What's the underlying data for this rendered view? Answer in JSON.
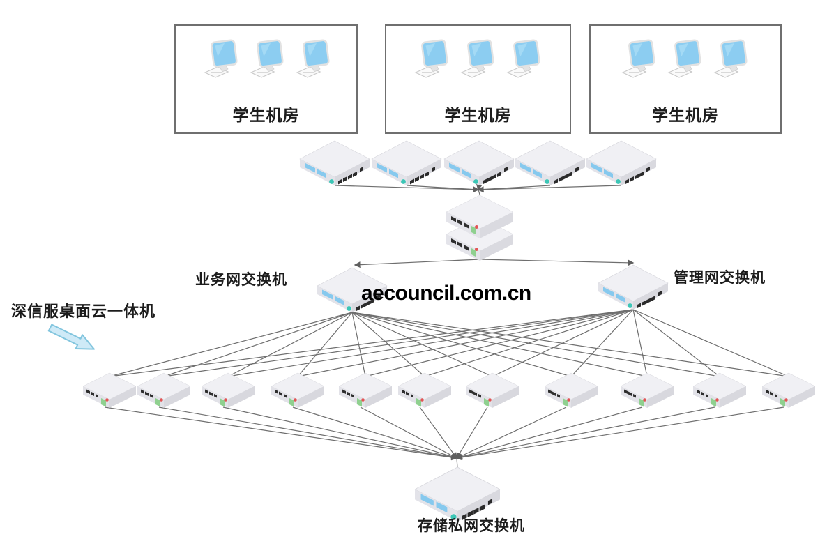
{
  "watermark": {
    "text": "aecouncil.com.cn",
    "color": "#000000"
  },
  "student_rooms": {
    "workstations_per_room": 3,
    "items": [
      {
        "label": "学生机房"
      },
      {
        "label": "学生机房"
      },
      {
        "label": "学生机房"
      }
    ]
  },
  "labels": {
    "business_switch": "业务网交换机",
    "management_switch": "管理网交换机",
    "storage_switch": "存储私网交换机",
    "callout": "深信服桌面云一体机"
  },
  "topology": {
    "access_switch_count": 5,
    "core_stack_units": 2,
    "appliance_count": 11,
    "storage_switch_count": 1,
    "business_and_management_switches_connect_to_all_appliances": true,
    "all_appliances_connect_to_storage_switch": true
  },
  "icons": {
    "workstation": "desktop-computer-icon",
    "access_switch": "network-switch-icon",
    "core_stack": "stacked-switch-icon",
    "appliance": "server-appliance-icon",
    "callout_arrow": "block-arrow-icon"
  },
  "colors": {
    "line": "#6e6e6e",
    "device_body": "#eeeef2",
    "device_face_left": "#e3e3e9",
    "device_face_right": "#d9d9df",
    "port_blue": "#86c9ee",
    "indicator_teal": "#3cc6b6",
    "indicator_red": "#e25555",
    "indicator_green": "#8fd08f",
    "screen_blue": "#8ccdf1",
    "callout_arrow_fill": "#cfeaf7",
    "callout_arrow_stroke": "#82c5de",
    "box_border": "#6f6f6f"
  }
}
